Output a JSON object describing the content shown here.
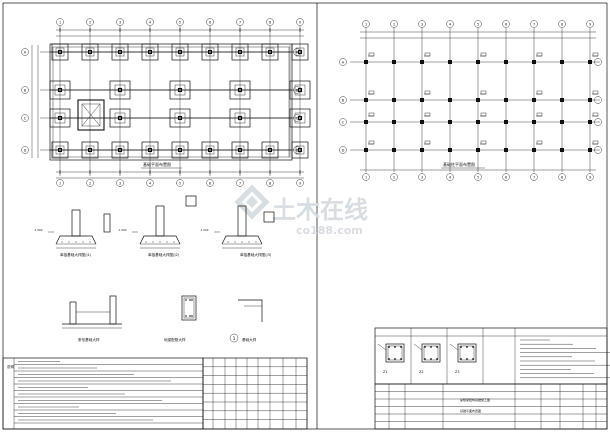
{
  "watermark": {
    "brand": "土木在线",
    "url": "co188.com"
  },
  "left_sheet": {
    "plan_caption": "基础平面布置图",
    "details": [
      {
        "caption": "单独基础大样图(J1)"
      },
      {
        "caption": "单独基础大样图(J2)"
      },
      {
        "caption": "单独基础大样图(J3)"
      },
      {
        "caption": "条形基础大样"
      },
      {
        "caption": "地梁配筋大样"
      },
      {
        "caption": "基础大样"
      }
    ],
    "detail_mark": "1",
    "notes_title": "说明"
  },
  "right_sheet": {
    "plan_caption": "基础柱平面布置图",
    "column_sections": [
      {
        "label": "Z1"
      },
      {
        "label": "Z2"
      },
      {
        "label": "Z3"
      }
    ]
  },
  "grid_labels": {
    "columns": [
      "1",
      "2",
      "3",
      "4",
      "5",
      "6",
      "7",
      "8",
      "9"
    ],
    "rows": [
      "A",
      "B",
      "C",
      "D"
    ]
  },
  "title_block": {
    "project": "某框架结构基础施工图",
    "drawing": "基础平面布置图"
  }
}
